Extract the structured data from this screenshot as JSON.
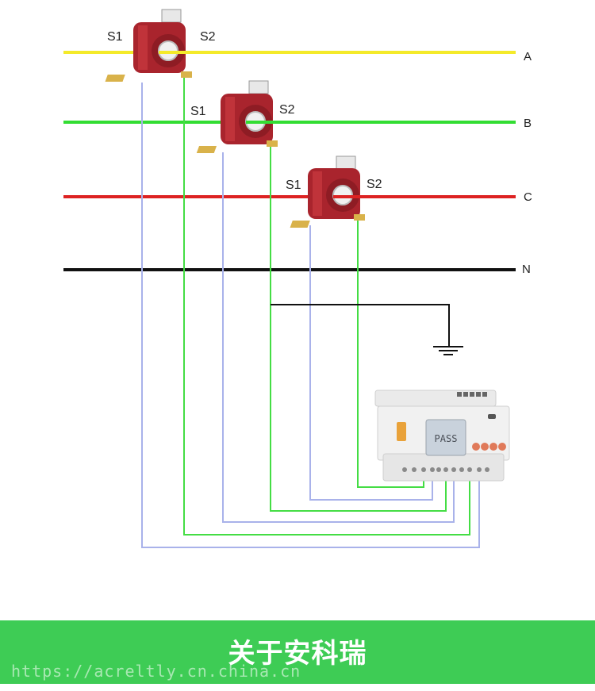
{
  "phases": [
    {
      "name": "A",
      "color": "#f4ea2a"
    },
    {
      "name": "B",
      "color": "#33dd33"
    },
    {
      "name": "C",
      "color": "#dd2222"
    },
    {
      "name": "N",
      "color": "#111111"
    }
  ],
  "transformers": [
    {
      "s1": "S1",
      "s2": "S2"
    },
    {
      "s1": "S1",
      "s2": "S2"
    },
    {
      "s1": "S1",
      "s2": "S2"
    }
  ],
  "meter": {
    "display": "PASS"
  },
  "wire_colors": {
    "s1": "#a9b2ea",
    "s2": "#44dd44",
    "ground": "#111111"
  },
  "banner": {
    "title": "关于安科瑞",
    "watermark": "https://acreltly.cn.china.cn",
    "color": "#3ecc55"
  }
}
